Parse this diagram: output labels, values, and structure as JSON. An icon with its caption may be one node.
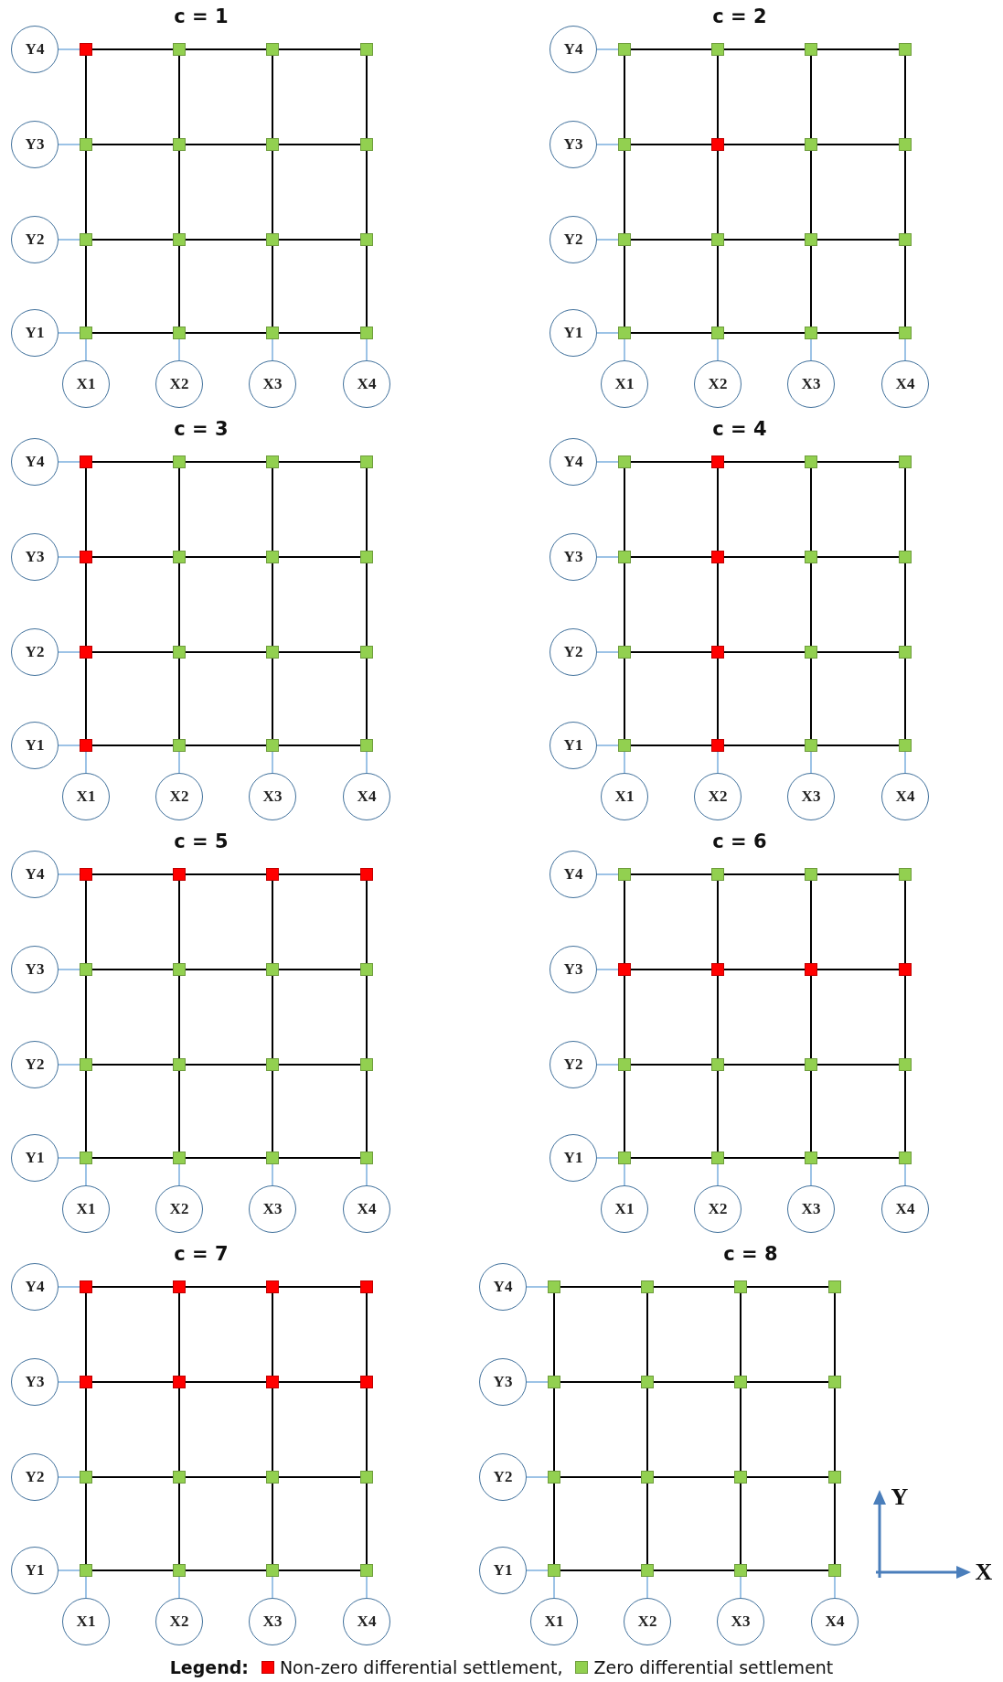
{
  "diagram": {
    "nodes": [
      {
        "text": [
          "Y4"
        ]
      },
      {
        "text": [],
        "shape": "box"
      },
      {
        "text": [],
        "shape": "box"
      },
      {
        "text": [],
        "shape": "box"
      },
      {
        "text": [],
        "shape": "box"
      },
      {
        "text": [
          "Y3"
        ]
      },
      {
        "text": [],
        "shape": "box"
      },
      {
        "text": [],
        "shape": "box"
      },
      {
        "text": [],
        "shape": "box"
      },
      {
        "text": [],
        "shape": "box"
      },
      {
        "text": [
          "Y2"
        ]
      },
      {
        "text": [],
        "shape": "box"
      },
      {
        "text": [],
        "shape": "box"
      },
      {
        "text": [],
        "shape": "box"
      },
      {
        "text": [],
        "shape": "box"
      },
      {
        "text": [
          "Y1"
        ]
      },
      {
        "text": [],
        "shape": "box"
      },
      {
        "text": [],
        "shape": "box"
      },
      {
        "text": [],
        "shape": "box"
      },
      {
        "text": [],
        "shape": "box"
      },
      {
        "text": [
          "X1"
        ]
      },
      {
        "text": [
          "X2"
        ]
      },
      {
        "text": [
          "X3"
        ]
      },
      {
        "text": [
          "X4"
        ]
      },
      {
        "text": [
          "Y4"
        ]
      },
      {
        "text": [],
        "shape": "box"
      },
      {
        "text": [],
        "shape": "box"
      },
      {
        "text": [],
        "shape": "box"
      },
      {
        "text": [],
        "shape": "box"
      },
      {
        "text": [
          "Y3"
        ]
      },
      {
        "text": [],
        "shape": "box"
      },
      {
        "text": [],
        "shape": "box"
      },
      {
        "text": [],
        "shape": "box"
      },
      {
        "text": [],
        "shape": "box"
      },
      {
        "text": [
          "Y2"
        ]
      },
      {
        "text": [],
        "shape": "box"
      },
      {
        "text": [],
        "shape": "box"
      },
      {
        "text": [],
        "shape": "box"
      },
      {
        "text": [],
        "shape": "box"
      },
      {
        "text": [
          "Y1"
        ]
      },
      {
        "text": [],
        "shape": "box"
      },
      {
        "text": [],
        "shape": "box"
      },
      {
        "text": [],
        "shape": "box"
      },
      {
        "text": [],
        "shape": "box"
      },
      {
        "text": [
          "X1"
        ]
      },
      {
        "text": [
          "X2"
        ]
      },
      {
        "text": [
          "X3"
        ]
      },
      {
        "text": [
          "X4"
        ]
      },
      {
        "text": [
          "Y4"
        ]
      },
      {
        "text": [],
        "shape": "box"
      },
      {
        "text": [],
        "shape": "box"
      },
      {
        "text": [],
        "shape": "box"
      },
      {
        "text": [],
        "shape": "box"
      },
      {
        "text": [
          "Y3"
        ]
      },
      {
        "text": [],
        "shape": "box"
      },
      {
        "text": [],
        "shape": "box"
      },
      {
        "text": [],
        "shape": "box"
      },
      {
        "text": [],
        "shape": "box"
      },
      {
        "text": [
          "Y2"
        ]
      },
      {
        "text": [],
        "shape": "box"
      },
      {
        "text": [],
        "shape": "box"
      },
      {
        "text": [],
        "shape": "box"
      },
      {
        "text": [],
        "shape": "box"
      },
      {
        "text": [
          "Y1"
        ]
      },
      {
        "text": [],
        "shape": "box"
      },
      {
        "text": [],
        "shape": "box"
      },
      {
        "text": [],
        "shape": "box"
      },
      {
        "text": [],
        "shape": "box"
      },
      {
        "text": [
          "X1"
        ]
      },
      {
        "text": [
          "X2"
        ]
      },
      {
        "text": [
          "X3"
        ]
      },
      {
        "text": [
          "X4"
        ]
      },
      {
        "text": [
          "Y4"
        ]
      },
      {
        "text": [],
        "shape": "box"
      },
      {
        "text": [],
        "shape": "box"
      },
      {
        "text": [],
        "shape": "box"
      },
      {
        "text": [],
        "shape": "box"
      },
      {
        "text": [
          "Y3"
        ]
      },
      {
        "text": [],
        "shape": "box"
      },
      {
        "text": [],
        "shape": "box"
      },
      {
        "text": [],
        "shape": "box"
      },
      {
        "text": [],
        "shape": "box"
      },
      {
        "text": [
          "Y2"
        ]
      },
      {
        "text": [],
        "shape": "box"
      },
      {
        "text": [],
        "shape": "box"
      },
      {
        "text": [],
        "shape": "box"
      },
      {
        "text": [],
        "shape": "box"
      },
      {
        "text": [
          "Y1"
        ]
      },
      {
        "text": [],
        "shape": "box"
      },
      {
        "text": [],
        "shape": "box"
      },
      {
        "text": [],
        "shape": "box"
      },
      {
        "text": [],
        "shape": "box"
      },
      {
        "text": [
          "X1"
        ]
      },
      {
        "text": [
          "X2"
        ]
      },
      {
        "text": [
          "X3"
        ]
      },
      {
        "text": [
          "X4"
        ]
      },
      {
        "text": [
          "Y4"
        ]
      },
      {
        "text": [],
        "shape": "box"
      },
      {
        "text": [],
        "shape": "box"
      },
      {
        "text": [],
        "shape": "box"
      },
      {
        "text": [],
        "shape": "box"
      },
      {
        "text": [
          "Y3"
        ]
      },
      {
        "text": [],
        "shape": "box"
      },
      {
        "text": [],
        "shape": "box"
      },
      {
        "text": [],
        "shape": "box"
      },
      {
        "text": [],
        "shape": "box"
      },
      {
        "text": [
          "Y2"
        ]
      },
      {
        "text": [],
        "shape": "box"
      },
      {
        "text": [],
        "shape": "box"
      },
      {
        "text": [],
        "shape": "box"
      },
      {
        "text": [],
        "shape": "box"
      },
      {
        "text": [
          "Y1"
        ]
      },
      {
        "text": [],
        "shape": "box"
      },
      {
        "text": [],
        "shape": "box"
      },
      {
        "text": [],
        "shape": "box"
      },
      {
        "text": [],
        "shape": "box"
      },
      {
        "text": [
          "X1"
        ]
      },
      {
        "text": [
          "X2"
        ]
      },
      {
        "text": [
          "X3"
        ]
      },
      {
        "text": [
          "X4"
        ]
      },
      {
        "text": [
          "Y4"
        ]
      },
      {
        "text": [],
        "shape": "box"
      },
      {
        "text": [],
        "shape": "box"
      },
      {
        "text": [],
        "shape": "box"
      },
      {
        "text": [],
        "shape": "box"
      },
      {
        "text": [
          "Y3"
        ]
      },
      {
        "text": [],
        "shape": "box"
      },
      {
        "text": [],
        "shape": "box"
      },
      {
        "text": [],
        "shape": "box"
      },
      {
        "text": [],
        "shape": "box"
      },
      {
        "text": [
          "Y2"
        ]
      },
      {
        "text": [],
        "shape": "box"
      },
      {
        "text": [],
        "shape": "box"
      },
      {
        "text": [],
        "shape": "box"
      },
      {
        "text": [],
        "shape": "box"
      },
      {
        "text": [
          "Y1"
        ]
      },
      {
        "text": [],
        "shape": "box"
      },
      {
        "text": [],
        "shape": "box"
      },
      {
        "text": [],
        "shape": "box"
      },
      {
        "text": [],
        "shape": "box"
      },
      {
        "text": [
          "X1"
        ]
      },
      {
        "text": [
          "X2"
        ]
      },
      {
        "text": [
          "X3"
        ]
      },
      {
        "text": [
          "X4"
        ]
      },
      {
        "text": [
          "Y4"
        ]
      },
      {
        "text": [],
        "shape": "box"
      },
      {
        "text": [],
        "shape": "box"
      },
      {
        "text": [],
        "shape": "box"
      },
      {
        "text": [],
        "shape": "box"
      },
      {
        "text": [
          "Y3"
        ]
      },
      {
        "text": [],
        "shape": "box"
      },
      {
        "text": [],
        "shape": "box"
      },
      {
        "text": [],
        "shape": "box"
      },
      {
        "text": [],
        "shape": "box"
      },
      {
        "text": [
          "Y2"
        ]
      },
      {
        "text": [],
        "shape": "box"
      },
      {
        "text": [],
        "shape": "box"
      },
      {
        "text": [],
        "shape": "box"
      },
      {
        "text": [],
        "shape": "box"
      },
      {
        "text": [
          "Y1"
        ]
      },
      {
        "text": [],
        "shape": "box"
      },
      {
        "text": [],
        "shape": "box"
      },
      {
        "text": [],
        "shape": "box"
      },
      {
        "text": [],
        "shape": "box"
      },
      {
        "text": [
          "X1"
        ]
      },
      {
        "text": [
          "X2"
        ]
      },
      {
        "text": [
          "X3"
        ]
      },
      {
        "text": [
          "X4"
        ]
      },
      {
        "text": [
          "Y4"
        ]
      },
      {
        "text": [],
        "shape": "box"
      },
      {
        "text": [],
        "shape": "box"
      },
      {
        "text": [],
        "shape": "box"
      },
      {
        "text": [],
        "shape": "box"
      },
      {
        "text": [
          "Y3"
        ]
      },
      {
        "text": [],
        "shape": "box"
      },
      {
        "text": [],
        "shape": "box"
      },
      {
        "text": [],
        "shape": "box"
      },
      {
        "text": [],
        "shape": "box"
      },
      {
        "text": [
          "Y2"
        ]
      },
      {
        "text": [],
        "shape": "box"
      },
      {
        "text": [],
        "shape": "box"
      },
      {
        "text": [],
        "shape": "box"
      },
      {
        "text": [],
        "shape": "box"
      },
      {
        "text": [
          "Y1"
        ]
      },
      {
        "text": [],
        "shape": "box"
      },
      {
        "text": [],
        "shape": "box"
      },
      {
        "text": [],
        "shape": "box"
      },
      {
        "text": [],
        "shape": "box"
      },
      {
        "text": [
          "X1"
        ]
      },
      {
        "text": [
          "X2"
        ]
      },
      {
        "text": [
          "X3"
        ]
      },
      {
        "text": [
          "X4"
        ]
      }
    ],
    "edges": [
      {
        "from": 0,
        "to": 1,
        "arrow": "none",
        "color": "#5b9bd5"
      },
      {
        "from": 5,
        "to": 6,
        "arrow": "none",
        "color": "#5b9bd5"
      },
      {
        "from": 10,
        "to": 11,
        "arrow": "none",
        "color": "#5b9bd5"
      },
      {
        "from": 15,
        "to": 16,
        "arrow": "none",
        "color": "#5b9bd5"
      },
      {
        "from": 20,
        "to": 16,
        "arrow": "none",
        "color": "#5b9bd5"
      },
      {
        "from": 21,
        "to": 17,
        "arrow": "none",
        "color": "#5b9bd5"
      },
      {
        "from": 22,
        "to": 18,
        "arrow": "none",
        "color": "#5b9bd5"
      },
      {
        "from": 23,
        "to": 19,
        "arrow": "none",
        "color": "#5b9bd5"
      },
      {
        "from": 1,
        "to": 2,
        "arrow": "none"
      },
      {
        "from": 2,
        "to": 3,
        "arrow": "none"
      },
      {
        "from": 3,
        "to": 4,
        "arrow": "none"
      },
      {
        "from": 6,
        "to": 7,
        "arrow": "none"
      },
      {
        "from": 7,
        "to": 8,
        "arrow": "none"
      },
      {
        "from": 8,
        "to": 9,
        "arrow": "none"
      },
      {
        "from": 11,
        "to": 12,
        "arrow": "none"
      },
      {
        "from": 12,
        "to": 13,
        "arrow": "none"
      },
      {
        "from": 13,
        "to": 14,
        "arrow": "none"
      },
      {
        "from": 16,
        "to": 17,
        "arrow": "none"
      },
      {
        "from": 17,
        "to": 18,
        "arrow": "none"
      },
      {
        "from": 18,
        "to": 19,
        "arrow": "none"
      },
      {
        "from": 1,
        "to": 6,
        "arrow": "none"
      },
      {
        "from": 2,
        "to": 7,
        "arrow": "none"
      },
      {
        "from": 3,
        "to": 8,
        "arrow": "none"
      },
      {
        "from": 4,
        "to": 9,
        "arrow": "none"
      },
      {
        "from": 6,
        "to": 11,
        "arrow": "none"
      },
      {
        "from": 7,
        "to": 12,
        "arrow": "none"
      },
      {
        "from": 8,
        "to": 13,
        "arrow": "none"
      },
      {
        "from": 9,
        "to": 14,
        "arrow": "none"
      },
      {
        "from": 11,
        "to": 16,
        "arrow": "none"
      },
      {
        "from": 12,
        "to": 17,
        "arrow": "none"
      },
      {
        "from": 13,
        "to": 18,
        "arrow": "none"
      },
      {
        "from": 14,
        "to": 19,
        "arrow": "none"
      },
      {
        "from": 24,
        "to": 25,
        "arrow": "none",
        "color": "#5b9bd5"
      },
      {
        "from": 29,
        "to": 30,
        "arrow": "none",
        "color": "#5b9bd5"
      },
      {
        "from": 34,
        "to": 35,
        "arrow": "none",
        "color": "#5b9bd5"
      },
      {
        "from": 39,
        "to": 40,
        "arrow": "none",
        "color": "#5b9bd5"
      },
      {
        "from": 44,
        "to": 40,
        "arrow": "none",
        "color": "#5b9bd5"
      },
      {
        "from": 45,
        "to": 41,
        "arrow": "none",
        "color": "#5b9bd5"
      },
      {
        "from": 46,
        "to": 42,
        "arrow": "none",
        "color": "#5b9bd5"
      },
      {
        "from": 47,
        "to": 43,
        "arrow": "none",
        "color": "#5b9bd5"
      },
      {
        "from": 25,
        "to": 26,
        "arrow": "none"
      },
      {
        "from": 26,
        "to": 27,
        "arrow": "none"
      },
      {
        "from": 27,
        "to": 28,
        "arrow": "none"
      },
      {
        "from": 30,
        "to": 31,
        "arrow": "none"
      },
      {
        "from": 31,
        "to": 32,
        "arrow": "none"
      },
      {
        "from": 32,
        "to": 33,
        "arrow": "none"
      },
      {
        "from": 35,
        "to": 36,
        "arrow": "none"
      },
      {
        "from": 36,
        "to": 37,
        "arrow": "none"
      },
      {
        "from": 37,
        "to": 38,
        "arrow": "none"
      },
      {
        "from": 40,
        "to": 41,
        "arrow": "none"
      },
      {
        "from": 41,
        "to": 42,
        "arrow": "none"
      },
      {
        "from": 42,
        "to": 43,
        "arrow": "none"
      },
      {
        "from": 25,
        "to": 30,
        "arrow": "none"
      },
      {
        "from": 26,
        "to": 31,
        "arrow": "none"
      },
      {
        "from": 27,
        "to": 32,
        "arrow": "none"
      },
      {
        "from": 28,
        "to": 33,
        "arrow": "none"
      },
      {
        "from": 30,
        "to": 35,
        "arrow": "none"
      },
      {
        "from": 31,
        "to": 36,
        "arrow": "none"
      },
      {
        "from": 32,
        "to": 37,
        "arrow": "none"
      },
      {
        "from": 33,
        "to": 38,
        "arrow": "none"
      },
      {
        "from": 35,
        "to": 40,
        "arrow": "none"
      },
      {
        "from": 36,
        "to": 41,
        "arrow": "none"
      },
      {
        "from": 37,
        "to": 42,
        "arrow": "none"
      },
      {
        "from": 38,
        "to": 43,
        "arrow": "none"
      },
      {
        "from": 48,
        "to": 49,
        "arrow": "none",
        "color": "#5b9bd5"
      },
      {
        "from": 53,
        "to": 54,
        "arrow": "none",
        "color": "#5b9bd5"
      },
      {
        "from": 58,
        "to": 59,
        "arrow": "none",
        "color": "#5b9bd5"
      },
      {
        "from": 63,
        "to": 64,
        "arrow": "none",
        "color": "#5b9bd5"
      },
      {
        "from": 68,
        "to": 64,
        "arrow": "none",
        "color": "#5b9bd5"
      },
      {
        "from": 69,
        "to": 65,
        "arrow": "none",
        "color": "#5b9bd5"
      },
      {
        "from": 70,
        "to": 66,
        "arrow": "none",
        "color": "#5b9bd5"
      },
      {
        "from": 71,
        "to": 67,
        "arrow": "none",
        "color": "#5b9bd5"
      },
      {
        "from": 49,
        "to": 50,
        "arrow": "none"
      },
      {
        "from": 50,
        "to": 51,
        "arrow": "none"
      },
      {
        "from": 51,
        "to": 52,
        "arrow": "none"
      },
      {
        "from": 54,
        "to": 55,
        "arrow": "none"
      },
      {
        "from": 55,
        "to": 56,
        "arrow": "none"
      },
      {
        "from": 56,
        "to": 57,
        "arrow": "none"
      },
      {
        "from": 59,
        "to": 60,
        "arrow": "none"
      },
      {
        "from": 60,
        "to": 61,
        "arrow": "none"
      },
      {
        "from": 61,
        "to": 62,
        "arrow": "none"
      },
      {
        "from": 64,
        "to": 65,
        "arrow": "none"
      },
      {
        "from": 65,
        "to": 66,
        "arrow": "none"
      },
      {
        "from": 66,
        "to": 67,
        "arrow": "none"
      },
      {
        "from": 49,
        "to": 54,
        "arrow": "none"
      },
      {
        "from": 50,
        "to": 55,
        "arrow": "none"
      },
      {
        "from": 51,
        "to": 56,
        "arrow": "none"
      },
      {
        "from": 52,
        "to": 57,
        "arrow": "none"
      },
      {
        "from": 54,
        "to": 59,
        "arrow": "none"
      },
      {
        "from": 55,
        "to": 60,
        "arrow": "none"
      },
      {
        "from": 56,
        "to": 61,
        "arrow": "none"
      },
      {
        "from": 57,
        "to": 62,
        "arrow": "none"
      },
      {
        "from": 59,
        "to": 64,
        "arrow": "none"
      },
      {
        "from": 60,
        "to": 65,
        "arrow": "none"
      },
      {
        "from": 61,
        "to": 66,
        "arrow": "none"
      },
      {
        "from": 62,
        "to": 67,
        "arrow": "none"
      },
      {
        "from": 72,
        "to": 73,
        "arrow": "none",
        "color": "#5b9bd5"
      },
      {
        "from": 77,
        "to": 78,
        "arrow": "none",
        "color": "#5b9bd5"
      },
      {
        "from": 82,
        "to": 83,
        "arrow": "none",
        "color": "#5b9bd5"
      },
      {
        "from": 87,
        "to": 88,
        "arrow": "none",
        "color": "#5b9bd5"
      },
      {
        "from": 92,
        "to": 88,
        "arrow": "none",
        "color": "#5b9bd5"
      },
      {
        "from": 93,
        "to": 89,
        "arrow": "none",
        "color": "#5b9bd5"
      },
      {
        "from": 94,
        "to": 90,
        "arrow": "none",
        "color": "#5b9bd5"
      },
      {
        "from": 95,
        "to": 91,
        "arrow": "none",
        "color": "#5b9bd5"
      },
      {
        "from": 73,
        "to": 74,
        "arrow": "none"
      },
      {
        "from": 74,
        "to": 75,
        "arrow": "none"
      },
      {
        "from": 75,
        "to": 76,
        "arrow": "none"
      },
      {
        "from": 78,
        "to": 79,
        "arrow": "none"
      },
      {
        "from": 79,
        "to": 80,
        "arrow": "none"
      },
      {
        "from": 80,
        "to": 81,
        "arrow": "none"
      },
      {
        "from": 83,
        "to": 84,
        "arrow": "none"
      },
      {
        "from": 84,
        "to": 85,
        "arrow": "none"
      },
      {
        "from": 85,
        "to": 86,
        "arrow": "none"
      },
      {
        "from": 88,
        "to": 89,
        "arrow": "none"
      },
      {
        "from": 89,
        "to": 90,
        "arrow": "none"
      },
      {
        "from": 90,
        "to": 91,
        "arrow": "none"
      },
      {
        "from": 73,
        "to": 78,
        "arrow": "none"
      },
      {
        "from": 74,
        "to": 79,
        "arrow": "none"
      },
      {
        "from": 75,
        "to": 80,
        "arrow": "none"
      },
      {
        "from": 76,
        "to": 81,
        "arrow": "none"
      },
      {
        "from": 78,
        "to": 83,
        "arrow": "none"
      },
      {
        "from": 79,
        "to": 84,
        "arrow": "none"
      },
      {
        "from": 80,
        "to": 85,
        "arrow": "none"
      },
      {
        "from": 81,
        "to": 86,
        "arrow": "none"
      },
      {
        "from": 83,
        "to": 88,
        "arrow": "none"
      },
      {
        "from": 84,
        "to": 89,
        "arrow": "none"
      },
      {
        "from": 85,
        "to": 90,
        "arrow": "none"
      },
      {
        "from": 86,
        "to": 91,
        "arrow": "none"
      },
      {
        "from": 96,
        "to": 97,
        "arrow": "none",
        "color": "#5b9bd5"
      },
      {
        "from": 101,
        "to": 102,
        "arrow": "none",
        "color": "#5b9bd5"
      },
      {
        "from": 106,
        "to": 107,
        "arrow": "none",
        "color": "#5b9bd5"
      },
      {
        "from": 111,
        "to": 112,
        "arrow": "none",
        "color": "#5b9bd5"
      },
      {
        "from": 116,
        "to": 112,
        "arrow": "none",
        "color": "#5b9bd5"
      },
      {
        "from": 117,
        "to": 113,
        "arrow": "none",
        "color": "#5b9bd5"
      },
      {
        "from": 118,
        "to": 114,
        "arrow": "none",
        "color": "#5b9bd5"
      },
      {
        "from": 119,
        "to": 115,
        "arrow": "none",
        "color": "#5b9bd5"
      },
      {
        "from": 97,
        "to": 98,
        "arrow": "none"
      },
      {
        "from": 98,
        "to": 99,
        "arrow": "none"
      },
      {
        "from": 99,
        "to": 100,
        "arrow": "none"
      },
      {
        "from": 102,
        "to": 103,
        "arrow": "none"
      },
      {
        "from": 103,
        "to": 104,
        "arrow": "none"
      },
      {
        "from": 104,
        "to": 105,
        "arrow": "none"
      },
      {
        "from": 107,
        "to": 108,
        "arrow": "none"
      },
      {
        "from": 108,
        "to": 109,
        "arrow": "none"
      },
      {
        "from": 109,
        "to": 110,
        "arrow": "none"
      },
      {
        "from": 112,
        "to": 113,
        "arrow": "none"
      },
      {
        "from": 113,
        "to": 114,
        "arrow": "none"
      },
      {
        "from": 114,
        "to": 115,
        "arrow": "none"
      },
      {
        "from": 97,
        "to": 102,
        "arrow": "none"
      },
      {
        "from": 98,
        "to": 103,
        "arrow": "none"
      },
      {
        "from": 99,
        "to": 104,
        "arrow": "none"
      },
      {
        "from": 100,
        "to": 105,
        "arrow": "none"
      },
      {
        "from": 102,
        "to": 107,
        "arrow": "none"
      },
      {
        "from": 103,
        "to": 108,
        "arrow": "none"
      },
      {
        "from": 104,
        "to": 109,
        "arrow": "none"
      },
      {
        "from": 105,
        "to": 110,
        "arrow": "none"
      },
      {
        "from": 107,
        "to": 112,
        "arrow": "none"
      },
      {
        "from": 108,
        "to": 113,
        "arrow": "none"
      },
      {
        "from": 109,
        "to": 114,
        "arrow": "none"
      },
      {
        "from": 110,
        "to": 115,
        "arrow": "none"
      },
      {
        "from": 120,
        "to": 121,
        "arrow": "none",
        "color": "#5b9bd5"
      },
      {
        "from": 125,
        "to": 126,
        "arrow": "none",
        "color": "#5b9bd5"
      },
      {
        "from": 130,
        "to": 131,
        "arrow": "none",
        "color": "#5b9bd5"
      },
      {
        "from": 135,
        "to": 136,
        "arrow": "none",
        "color": "#5b9bd5"
      },
      {
        "from": 140,
        "to": 136,
        "arrow": "none",
        "color": "#5b9bd5"
      },
      {
        "from": 141,
        "to": 137,
        "arrow": "none",
        "color": "#5b9bd5"
      },
      {
        "from": 142,
        "to": 138,
        "arrow": "none",
        "color": "#5b9bd5"
      },
      {
        "from": 143,
        "to": 139,
        "arrow": "none",
        "color": "#5b9bd5"
      },
      {
        "from": 121,
        "to": 122,
        "arrow": "none"
      },
      {
        "from": 122,
        "to": 123,
        "arrow": "none"
      },
      {
        "from": 123,
        "to": 124,
        "arrow": "none"
      },
      {
        "from": 126,
        "to": 127,
        "arrow": "none"
      },
      {
        "from": 127,
        "to": 128,
        "arrow": "none"
      },
      {
        "from": 128,
        "to": 129,
        "arrow": "none"
      },
      {
        "from": 131,
        "to": 132,
        "arrow": "none"
      },
      {
        "from": 132,
        "to": 133,
        "arrow": "none"
      },
      {
        "from": 133,
        "to": 134,
        "arrow": "none"
      },
      {
        "from": 136,
        "to": 137,
        "arrow": "none"
      },
      {
        "from": 137,
        "to": 138,
        "arrow": "none"
      },
      {
        "from": 138,
        "to": 139,
        "arrow": "none"
      },
      {
        "from": 121,
        "to": 126,
        "arrow": "none"
      },
      {
        "from": 122,
        "to": 127,
        "arrow": "none"
      },
      {
        "from": 123,
        "to": 128,
        "arrow": "none"
      },
      {
        "from": 124,
        "to": 129,
        "arrow": "none"
      },
      {
        "from": 126,
        "to": 131,
        "arrow": "none"
      },
      {
        "from": 127,
        "to": 132,
        "arrow": "none"
      },
      {
        "from": 128,
        "to": 133,
        "arrow": "none"
      },
      {
        "from": 129,
        "to": 134,
        "arrow": "none"
      },
      {
        "from": 131,
        "to": 136,
        "arrow": "none"
      },
      {
        "from": 132,
        "to": 137,
        "arrow": "none"
      },
      {
        "from": 133,
        "to": 138,
        "arrow": "none"
      },
      {
        "from": 134,
        "to": 139,
        "arrow": "none"
      },
      {
        "from": 144,
        "to": 145,
        "arrow": "none",
        "color": "#5b9bd5"
      },
      {
        "from": 149,
        "to": 150,
        "arrow": "none",
        "color": "#5b9bd5"
      },
      {
        "from": 154,
        "to": 155,
        "arrow": "none",
        "color": "#5b9bd5"
      },
      {
        "from": 159,
        "to": 160,
        "arrow": "none",
        "color": "#5b9bd5"
      },
      {
        "from": 164,
        "to": 160,
        "arrow": "none",
        "color": "#5b9bd5"
      },
      {
        "from": 165,
        "to": 161,
        "arrow": "none",
        "color": "#5b9bd5"
      },
      {
        "from": 166,
        "to": 162,
        "arrow": "none",
        "color": "#5b9bd5"
      },
      {
        "from": 167,
        "to": 163,
        "arrow": "none",
        "color": "#5b9bd5"
      },
      {
        "from": 145,
        "to": 146,
        "arrow": "none"
      },
      {
        "from": 146,
        "to": 147,
        "arrow": "none"
      },
      {
        "from": 147,
        "to": 148,
        "arrow": "none"
      },
      {
        "from": 150,
        "to": 151,
        "arrow": "none"
      },
      {
        "from": 151,
        "to": 152,
        "arrow": "none"
      },
      {
        "from": 152,
        "to": 153,
        "arrow": "none"
      },
      {
        "from": 155,
        "to": 156,
        "arrow": "none"
      },
      {
        "from": 156,
        "to": 157,
        "arrow": "none"
      },
      {
        "from": 157,
        "to": 158,
        "arrow": "none"
      },
      {
        "from": 160,
        "to": 161,
        "arrow": "none"
      },
      {
        "from": 161,
        "to": 162,
        "arrow": "none"
      },
      {
        "from": 162,
        "to": 163,
        "arrow": "none"
      },
      {
        "from": 145,
        "to": 150,
        "arrow": "none"
      },
      {
        "from": 146,
        "to": 151,
        "arrow": "none"
      },
      {
        "from": 147,
        "to": 152,
        "arrow": "none"
      },
      {
        "from": 148,
        "to": 153,
        "arrow": "none"
      },
      {
        "from": 150,
        "to": 155,
        "arrow": "none"
      },
      {
        "from": 151,
        "to": 156,
        "arrow": "none"
      },
      {
        "from": 152,
        "to": 157,
        "arrow": "none"
      },
      {
        "from": 153,
        "to": 158,
        "arrow": "none"
      },
      {
        "from": 155,
        "to": 160,
        "arrow": "none"
      },
      {
        "from": 156,
        "to": 161,
        "arrow": "none"
      },
      {
        "from": 157,
        "to": 162,
        "arrow": "none"
      },
      {
        "from": 158,
        "to": 163,
        "arrow": "none"
      },
      {
        "from": 168,
        "to": 169,
        "arrow": "none",
        "color": "#5b9bd5"
      },
      {
        "from": 173,
        "to": 174,
        "arrow": "none",
        "color": "#5b9bd5"
      },
      {
        "from": 178,
        "to": 179,
        "arrow": "none",
        "color": "#5b9bd5"
      },
      {
        "from": 183,
        "to": 184,
        "arrow": "none",
        "color": "#5b9bd5"
      },
      {
        "from": 188,
        "to": 184,
        "arrow": "none",
        "color": "#5b9bd5"
      },
      {
        "from": 189,
        "to": 185,
        "arrow": "none",
        "color": "#5b9bd5"
      },
      {
        "from": 190,
        "to": 186,
        "arrow": "none",
        "color": "#5b9bd5"
      },
      {
        "from": 191,
        "to": 187,
        "arrow": "none",
        "color": "#5b9bd5"
      },
      {
        "from": 169,
        "to": 170,
        "arrow": "none"
      },
      {
        "from": 170,
        "to": 171,
        "arrow": "none"
      },
      {
        "from": 171,
        "to": 172,
        "arrow": "none"
      },
      {
        "from": 174,
        "to": 175,
        "arrow": "none"
      },
      {
        "from": 175,
        "to": 176,
        "arrow": "none"
      },
      {
        "from": 176,
        "to": 177,
        "arrow": "none"
      },
      {
        "from": 179,
        "to": 180,
        "arrow": "none"
      },
      {
        "from": 180,
        "to": 181,
        "arrow": "none"
      },
      {
        "from": 181,
        "to": 182,
        "arrow": "none"
      },
      {
        "from": 184,
        "to": 185,
        "arrow": "none"
      },
      {
        "from": 185,
        "to": 186,
        "arrow": "none"
      },
      {
        "from": 186,
        "to": 187,
        "arrow": "none"
      },
      {
        "from": 169,
        "to": 174,
        "arrow": "none"
      },
      {
        "from": 170,
        "to": 175,
        "arrow": "none"
      },
      {
        "from": 171,
        "to": 176,
        "arrow": "none"
      },
      {
        "from": 172,
        "to": 177,
        "arrow": "none"
      },
      {
        "from": 174,
        "to": 179,
        "arrow": "none"
      },
      {
        "from": 175,
        "to": 180,
        "arrow": "none"
      },
      {
        "from": 176,
        "to": 181,
        "arrow": "none"
      },
      {
        "from": 177,
        "to": 182,
        "arrow": "none"
      },
      {
        "from": 179,
        "to": 184,
        "arrow": "none"
      },
      {
        "from": 180,
        "to": 185,
        "arrow": "none"
      },
      {
        "from": 181,
        "to": 186,
        "arrow": "none"
      },
      {
        "from": 182,
        "to": 187,
        "arrow": "none"
      }
    ],
    "labels": [
      "c = 1",
      "c = 2",
      "c = 3",
      "c = 4",
      "c = 5",
      "c = 6",
      "c = 7",
      "c = 8",
      "Y",
      "X",
      "Legend:"
    ],
    "legend": [
      {
        "text": "Non-zero differential settlement,",
        "color": "#ff0000"
      },
      {
        "text": "Zero differential settlement",
        "color": "#92d050"
      }
    ]
  }
}
